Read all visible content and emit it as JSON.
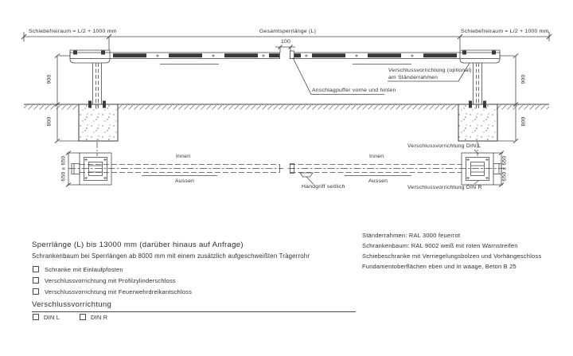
{
  "colors": {
    "line": "#4a4a4a",
    "text": "#2e2e2e",
    "stripe": "#383838"
  },
  "elevation": {
    "clearance_left": "Schiebefreiraum = L/2 + 1000 mm",
    "total_length": "Gesamtsperrlänge (L)",
    "clearance_right": "Schiebefreiraum = L/2 + 1000 mm",
    "gap": "100",
    "height_left": "900",
    "depth_left": "800",
    "height_right": "900",
    "depth_right": "800",
    "lock_optional_line1": "Verschlussvorrichtung (optional)",
    "lock_optional_line2": "am Ständerrahmen",
    "buffer": "Anschlagpuffer vorne und hinten"
  },
  "plan": {
    "foundation_left": "650 x 650",
    "foundation_right": "650 x 650",
    "inside_left": "Innen",
    "outside_left": "Aussen",
    "inside_right": "Innen",
    "outside_right": "Aussen",
    "handle": "Handgriff seitlich",
    "lock_din_l": "Verschlussvorrichtung DIN L",
    "lock_din_r": "Verschlussvorrichtung DIN R"
  },
  "notes_left": {
    "title": "Sperrlänge (L) bis 13000 mm (darüber hinaus auf Anfrage)",
    "subtitle": "Schrankenbaum bei Sperrlängen ab 8000 mm mit einem zusätzlich aufgeschweißten Trägerrohr",
    "options": [
      "Schranke mit Einlaufpfosten",
      "Verschlussvorrichtung mit Profilzylinderschloss",
      "Verschlussvorrichtung mit Feuerwehrdreikantschloss"
    ],
    "lock_heading": "Verschlussvorrichtung",
    "lock_options": [
      "DIN L",
      "DIN R"
    ]
  },
  "notes_right": {
    "lines": [
      "Ständerrahmen: RAL 3000 feuerrot",
      "Schrankenbaum: RAL 9002 weiß mit roten Warnstreifen",
      "Schiebeschranke mit Verriegelungsbolzen und Vorhängeschloss",
      "Fundamentoberflächen eben und in waage, Beton B 25"
    ]
  }
}
